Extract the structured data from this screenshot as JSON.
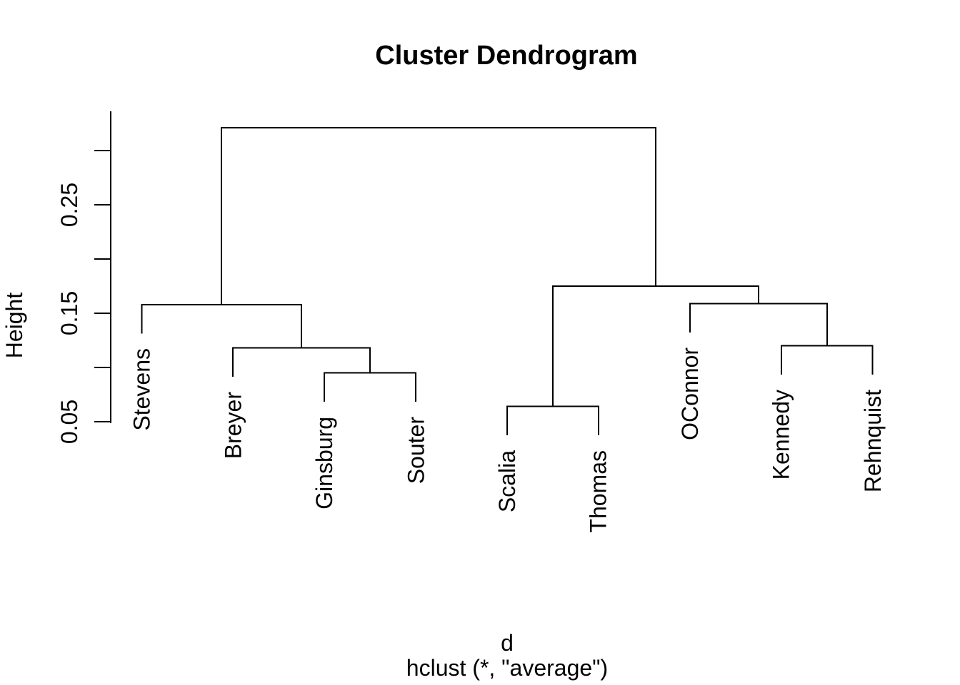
{
  "chart_data": {
    "type": "dendrogram",
    "title": "Cluster Dendrogram",
    "ylabel": "Height",
    "xlabel": "d",
    "sub": "hclust (*, \"average\")",
    "linkage_method": "average",
    "leaves": [
      "Stevens",
      "Breyer",
      "Ginsburg",
      "Souter",
      "Scalia",
      "Thomas",
      "OConnor",
      "Kennedy",
      "Rehnquist"
    ],
    "y_axis": {
      "ticks": [
        0.05,
        0.1,
        0.15,
        0.2,
        0.25,
        0.3
      ],
      "tick_labels": [
        {
          "value": 0.05,
          "label": "0.05"
        },
        {
          "value": 0.15,
          "label": "0.15"
        },
        {
          "value": 0.25,
          "label": "0.25"
        }
      ],
      "range_shown": [
        0.05,
        0.335
      ]
    },
    "hang": 0.026,
    "tree": {
      "h": 0.321,
      "c": [
        {
          "h": 0.158,
          "c": [
            {
              "leaf": "Stevens"
            },
            {
              "h": 0.118,
              "c": [
                {
                  "leaf": "Breyer"
                },
                {
                  "h": 0.095,
                  "c": [
                    {
                      "leaf": "Ginsburg"
                    },
                    {
                      "leaf": "Souter"
                    }
                  ]
                }
              ]
            }
          ]
        },
        {
          "h": 0.175,
          "c": [
            {
              "h": 0.064,
              "c": [
                {
                  "leaf": "Scalia"
                },
                {
                  "leaf": "Thomas"
                }
              ]
            },
            {
              "h": 0.159,
              "c": [
                {
                  "leaf": "OConnor"
                },
                {
                  "h": 0.12,
                  "c": [
                    {
                      "leaf": "Kennedy"
                    },
                    {
                      "leaf": "Rehnquist"
                    }
                  ]
                }
              ]
            }
          ]
        }
      ]
    },
    "colors": {
      "foreground": "#000000",
      "background": "#ffffff"
    }
  }
}
